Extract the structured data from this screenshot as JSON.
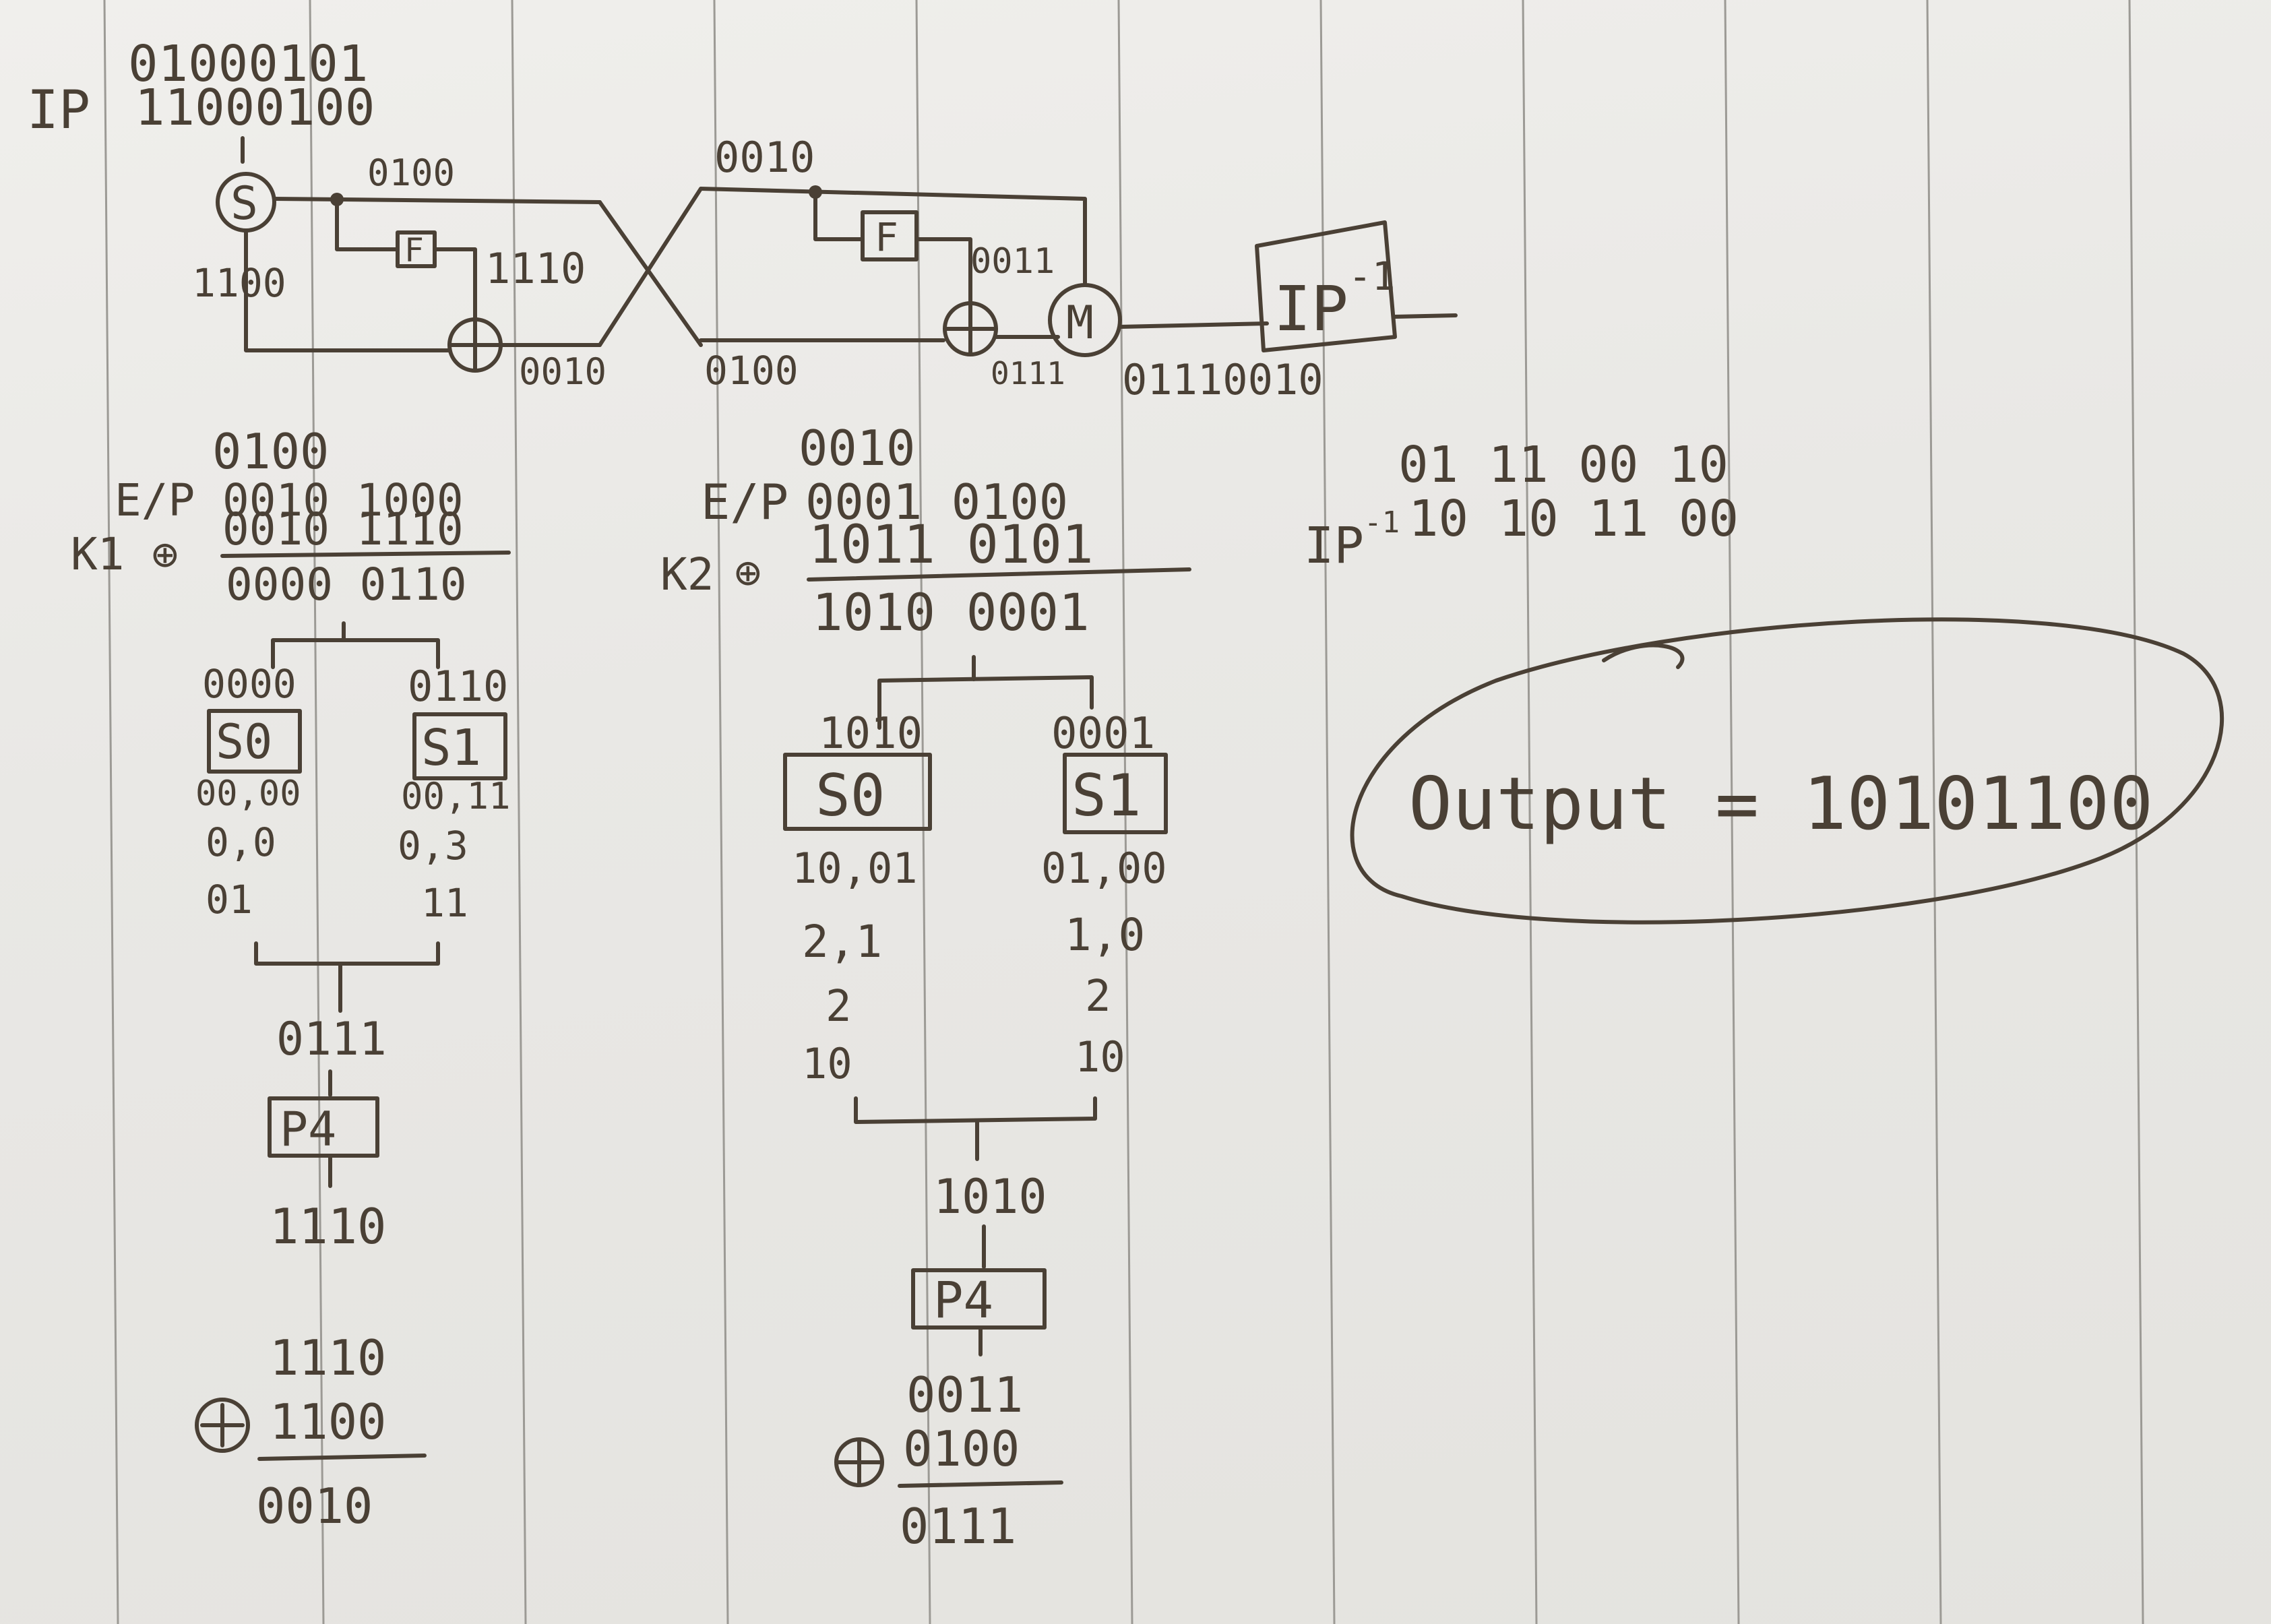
{
  "diagram": {
    "ip_label": "IP",
    "ip_input_top": "01000101",
    "ip_input_bottom": "11000100",
    "s_box_label": "S",
    "s_left": "1100",
    "s_right": "0100",
    "f_label_1": "F",
    "f1_out": "1110",
    "xor1_out": "0010",
    "cross_top": "0010",
    "cross_bottom": "0100",
    "f_label_2": "F",
    "f2_out": "0011",
    "xor2_out": "0111",
    "m_label": "M",
    "m_out": "01110010",
    "ip_inverse_label": "IP",
    "ip_inverse_sup": "-1"
  },
  "round1": {
    "input": "0100",
    "ep_label": "E/P",
    "ep_value": "0010 1000",
    "key_label": "K1",
    "xor_symbol": "⊕",
    "key_value": "0010 1110",
    "result": "0000 0110",
    "left_half": "0000",
    "right_half": "0110",
    "s0_label": "S0",
    "s1_label": "S1",
    "s0_pairs": "00,00",
    "s1_pairs": "00,11",
    "s0_index": "0,0",
    "s1_index": "0,3",
    "s0_out": "01",
    "s1_out": "11",
    "combined": "0111",
    "p4_label": "P4",
    "p4_out": "1110",
    "xor_a": "1110",
    "xor_b": "1100",
    "xor_result": "0010"
  },
  "round2": {
    "input": "0010",
    "ep_label": "E/P",
    "ep_value": "0001 0100",
    "key_label": "K2",
    "xor_symbol": "⊕",
    "key_value": "1011 0101",
    "result": "1010 0001",
    "left_half": "1010",
    "right_half": "0001",
    "s0_label": "S0",
    "s1_label": "S1",
    "s0_pairs": "10,01",
    "s1_pairs": "01,00",
    "s0_index": "2,1",
    "s1_index": "1,0",
    "s0_value": "2",
    "s1_value": "2",
    "s0_out": "10",
    "s1_out": "10",
    "combined": "1010",
    "p4_label": "P4",
    "p4_out": "0011",
    "xor_b": "0100",
    "xor_result": "0111"
  },
  "final": {
    "ip_inverse_label": "IP",
    "ip_inverse_sup": "-1",
    "input": "01 11 00 10",
    "output": "10 10 11 00",
    "output_label": "Output = 10101100"
  }
}
